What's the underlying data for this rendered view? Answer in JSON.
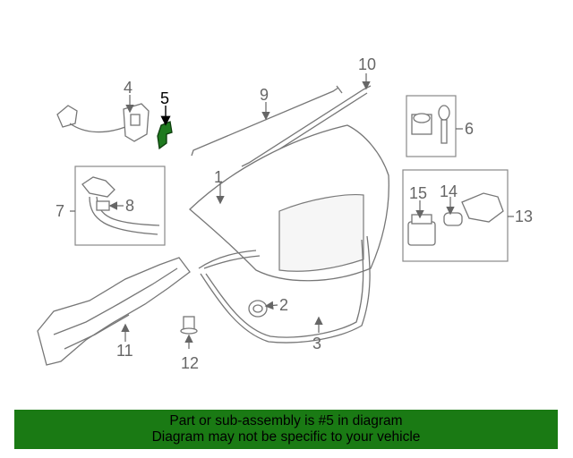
{
  "diagram": {
    "callouts": {
      "c1": "1",
      "c2": "2",
      "c3": "3",
      "c4": "4",
      "c5": "5",
      "c6": "6",
      "c7": "7",
      "c8": "8",
      "c9": "9",
      "c10": "10",
      "c11": "11",
      "c12": "12",
      "c13": "13",
      "c14": "14",
      "c15": "15"
    },
    "highlighted_part": "5",
    "highlight_color": "#1f7a1f"
  },
  "banner": {
    "line1": "Part or sub-assembly is #5 in diagram",
    "line2": "Diagram may not be specific to your vehicle",
    "background": "#1a7a14"
  }
}
